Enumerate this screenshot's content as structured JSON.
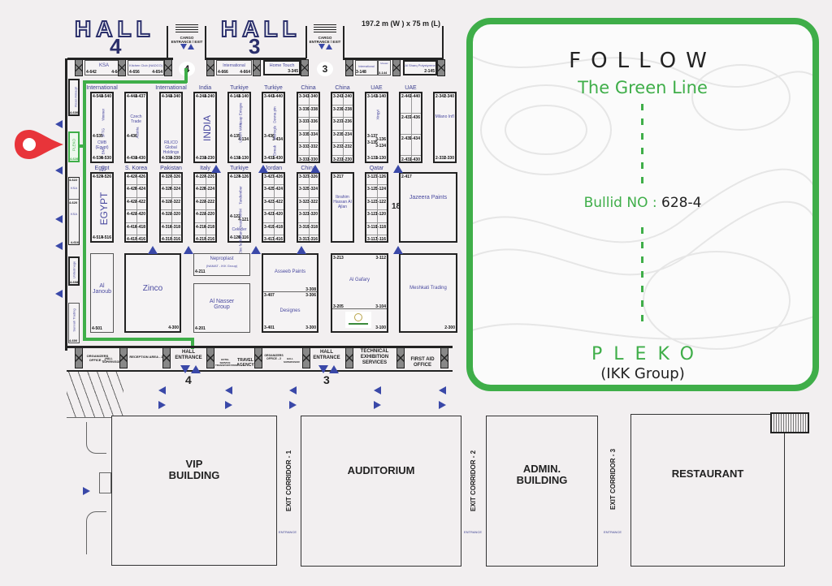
{
  "header": {
    "hall4_word": "HALL",
    "hall4_num": "4",
    "hall3_word": "HALL",
    "hall3_num": "3",
    "dimensions": "197.2 m (W ) x 75 m  (L)",
    "cargo_label": "CARGO ENTRANCE / EXIT",
    "gate4": "4",
    "gate3": "3"
  },
  "top_booths": [
    {
      "name": "KSA",
      "codes": [
        "4-642",
        "4-640"
      ]
    },
    {
      "name": "Kitchen Club (NADCO)",
      "codes": [
        "4-656",
        "4-654"
      ]
    },
    {
      "name": "International",
      "codes": [
        "4-666",
        "4-664"
      ]
    },
    {
      "name": "Home Touch",
      "codes": [
        "3-345"
      ]
    },
    {
      "name": "International",
      "codes": [
        "3-148"
      ]
    },
    {
      "name": "Mosaic",
      "codes": [
        "3-144"
      ]
    },
    {
      "name": "Al Sharq Polystyrene",
      "codes": [
        "2-145"
      ]
    }
  ],
  "row1": [
    {
      "country": "International",
      "codes": [
        "4-541",
        "4-540",
        "4-535",
        "4-536",
        "4-530"
      ],
      "exhibitors": [
        "Yimmer",
        "JFTG",
        "BMT",
        "SDI",
        "CMB (Egypt)"
      ]
    },
    {
      "country": "",
      "codes": [
        "4-441",
        "4-437",
        "4-436",
        "4-431",
        "4-430"
      ],
      "exhibitors": [
        "Czech Trade",
        "Austria"
      ]
    },
    {
      "country": "International",
      "codes": [
        "4-341",
        "4-340",
        "4-331",
        "4-330"
      ],
      "exhibitors": [
        "RILICO Global Holdings"
      ]
    },
    {
      "country": "India",
      "codes": [
        "4-241",
        "4-240",
        "4-231",
        "4-230"
      ],
      "exhibitors": [
        "INDIA"
      ]
    },
    {
      "country": "Turkiye",
      "codes": [
        "4-141",
        "4-140",
        "4-135",
        "4-134",
        "4-131",
        "4-130"
      ],
      "exhibitors": [
        "Hasap Entegre",
        "UGUR MAK"
      ]
    },
    {
      "country": "Turkiye",
      "codes": [
        "3-441",
        "3-440",
        "3-436",
        "3-434",
        "3-431",
        "3-430"
      ],
      "exhibitors": [
        "Devna pin",
        "Mertoglu",
        "Ermak"
      ]
    },
    {
      "country": "China",
      "codes": [
        "3-341",
        "3-340",
        "3-339",
        "3-338",
        "3-337",
        "3-336",
        "3-335",
        "3-334",
        "3-333",
        "3-332",
        "3-331",
        "3-330"
      ],
      "exhibitors": []
    },
    {
      "country": "China",
      "codes": [
        "3-241",
        "3-240",
        "3-239",
        "3-238",
        "3-237",
        "3-236",
        "3-235",
        "3-234",
        "3-233",
        "3-232",
        "3-231",
        "3-230"
      ],
      "exhibitors": []
    },
    {
      "country": "UAE",
      "codes": [
        "3-141",
        "3-140",
        "3-137",
        "3-136",
        "3-135",
        "3-134",
        "3-131",
        "3-130"
      ],
      "exhibitors": [
        "Xingyi"
      ]
    },
    {
      "country": "UAE",
      "codes": [
        "2-441",
        "2-440",
        "2-437",
        "2-436",
        "2-435",
        "2-434",
        "2-431",
        "2-430"
      ],
      "exhibitors": []
    },
    {
      "country": "",
      "codes": [
        "2-341",
        "2-340",
        "2-331",
        "2-330"
      ],
      "exhibitors": [
        "Milano Int'l"
      ]
    }
  ],
  "row2": [
    {
      "country": "Egypt",
      "codes": [
        "4-527",
        "4-526",
        "4-517",
        "4-516"
      ],
      "exhibitors": [
        "EGYPT"
      ]
    },
    {
      "country": "S. Korea",
      "codes": [
        "4-427",
        "4-426",
        "4-425",
        "4-424",
        "4-423",
        "4-422",
        "4-421",
        "4-420",
        "4-419",
        "4-418",
        "4-417",
        "4-416"
      ],
      "exhibitors": []
    },
    {
      "country": "Pakistan",
      "codes": [
        "4-327",
        "4-326",
        "4-325",
        "4-324",
        "4-323",
        "4-322",
        "4-321",
        "4-320",
        "4-319",
        "4-318",
        "4-317",
        "4-316"
      ],
      "exhibitors": []
    },
    {
      "country": "Italy",
      "codes": [
        "4-227",
        "4-226",
        "4-225",
        "4-224",
        "4-223",
        "4-222",
        "4-221",
        "4-220",
        "4-219",
        "4-218",
        "4-217",
        "4-216"
      ],
      "exhibitors": []
    },
    {
      "country": "Turkiye",
      "codes": [
        "4-127",
        "4-126",
        "4-122",
        "4-121",
        "4-120",
        "4-116"
      ],
      "exhibitors": [
        "Tandember",
        "MRM",
        "Bentan Civata",
        "Elec fa",
        "Cekicler"
      ]
    },
    {
      "country": "Jordan",
      "codes": [
        "3-427",
        "3-426",
        "3-425",
        "3-424",
        "3-423",
        "3-422",
        "3-421",
        "3-420",
        "3-419",
        "3-418",
        "3-417",
        "3-416"
      ],
      "exhibitors": []
    },
    {
      "country": "China",
      "codes": [
        "3-327",
        "3-326",
        "3-325",
        "3-324",
        "3-323",
        "3-322",
        "3-321",
        "3-320",
        "3-319",
        "3-318",
        "3-317",
        "3-316"
      ],
      "exhibitors": []
    },
    {
      "country": "",
      "codes": [
        "3-217"
      ],
      "exhibitors": [
        "Ibrahim Hassan Al Ajlan"
      ]
    },
    {
      "country": "Qatar",
      "codes": [
        "3-127",
        "3-126",
        "3-125",
        "3-124",
        "3-123",
        "3-122",
        "3-121",
        "3-120",
        "3-119",
        "3-118",
        "3-117",
        "3-116"
      ],
      "exhibitors": []
    },
    {
      "country": "",
      "codes": [
        "2-417"
      ],
      "exhibitors": [
        "Jazeera Paints"
      ]
    }
  ],
  "marker18": "18",
  "row3": [
    {
      "name": "Al Janoub",
      "code": "4-501"
    },
    {
      "name": "Zinco",
      "code": "4-300"
    },
    {
      "name": "Neproplast",
      "sub": "(NAMAT - IKK Group)",
      "code": "4-211"
    },
    {
      "name": "Al Nasser Group",
      "code": "4-201"
    },
    {
      "name": "Asseeb Paints",
      "code": "3-308"
    },
    {
      "name": "Designes",
      "codes": [
        "3-407",
        "3-306",
        "3-401",
        "3-300"
      ]
    },
    {
      "name": "Al Gafary",
      "codes": [
        "3-213",
        "3-112",
        "3-205",
        "3-104",
        "3-100"
      ]
    },
    {
      "name": "Meshkati Trading",
      "code": "2-300"
    }
  ],
  "left_booths": [
    {
      "name": "Rosel Almaqri",
      "code": "4-630"
    },
    {
      "name": "PLEKO",
      "sub": "IKK Group",
      "code": "4-628"
    },
    {
      "name": "KSA",
      "code": "4-622"
    },
    {
      "name": "KSA",
      "code": "4-620"
    },
    {
      "name": "",
      "code": "4-616"
    },
    {
      "name": "Unitedmage",
      "code": "4-608"
    },
    {
      "name": "Sunnah Trading",
      "code": "4-600"
    }
  ],
  "bottom_strip": {
    "organizers1": "ORGANIZERS OFFICE - 1",
    "hall_supervisor": "HALL SUPERVISOR",
    "reception": "RECEPTION AREA - 2",
    "hall_entrance": "HALL ENTRANCE",
    "entrance4": "4",
    "hotel": "HOTEL SERVICE TRANSPORTATION",
    "travel": "TRAVEL AGENCY",
    "organizers2": "ORGANIZERS OFFICE - 2",
    "hall_supervisor2": "HALL SUPERVISOR",
    "entrance3": "3",
    "technical": "TECHNICAL EXHIBITION SERVICES",
    "first_aid": "FIRST AID OFFICE"
  },
  "buildings": {
    "vip": "VIP BUILDING",
    "auditorium": "AUDITORIUM",
    "admin": "ADMIN. BUILDING",
    "restaurant": "RESTAURANT",
    "corridor1": "EXIT CORRIDOR - 1",
    "corridor2": "EXIT CORRIDOR - 2",
    "corridor3": "EXIT CORRIDOR - 3",
    "entrance": "ENTRANCE"
  },
  "panel": {
    "follow": "FOLLOW",
    "green_line": "The Green Line",
    "bullid_label": "Bullid NO :",
    "bullid_value": "628-4",
    "company": "PLEKO",
    "group": "(IKK Group)",
    "accent": "#3fae49"
  },
  "marker": {
    "color": "#e8343a",
    "icon": "location-pin-icon"
  }
}
